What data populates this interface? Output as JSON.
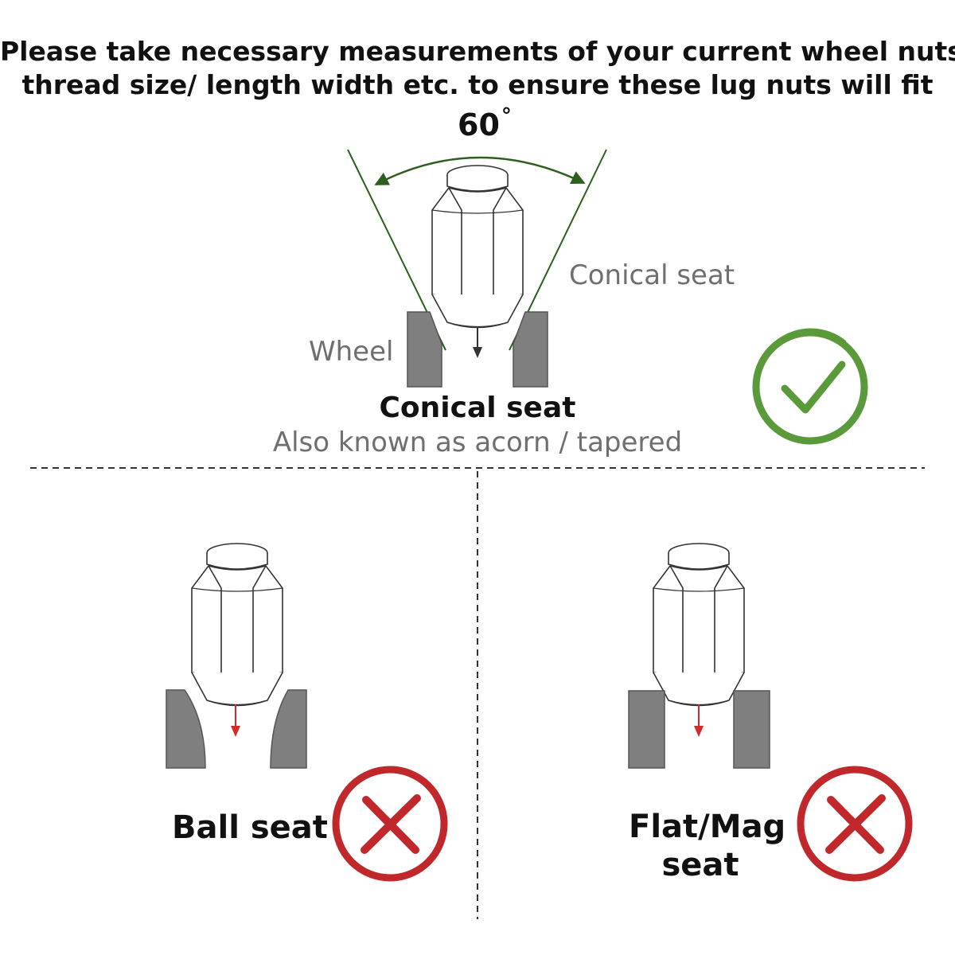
{
  "heading": {
    "line1": "Please take necessary measurements of your current wheel nuts",
    "line2": "thread size/ length width etc. to ensure these lug nuts will fit"
  },
  "angle": {
    "value": "60",
    "unit": "°"
  },
  "top_panel": {
    "side_label": "Conical seat",
    "wheel_label": "Wheel",
    "title": "Conical seat",
    "subtitle": "Also known as acorn / tapered",
    "verdict": "check-icon"
  },
  "ball_panel": {
    "title": "Ball seat",
    "verdict": "cross-icon"
  },
  "flat_panel": {
    "title_line1": "Flat/Mag",
    "title_line2": "seat",
    "verdict": "cross-icon"
  },
  "colors": {
    "check_green": "#5a9a3a",
    "cross_red": "#c0282b",
    "angle_line": "#2c5e1e",
    "wheel_gray": "#7f7f7f",
    "arrow_down_top": "#333333",
    "arrow_down_bottom": "#d42a2a"
  }
}
